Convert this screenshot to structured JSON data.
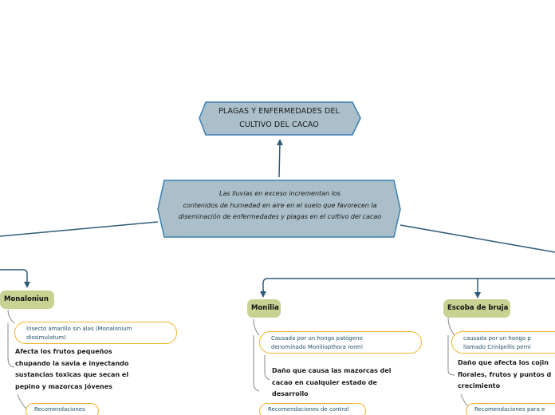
{
  "title": {
    "lines": [
      "PLAGAS Y ENFERMEDADES DEL",
      "CULTIVO DEL CACAO"
    ]
  },
  "central": {
    "lines": [
      "Las lluvias en exceso incrementan los",
      "contenidos de humedad en aire en el suelo que favorecen la",
      "diseminación de enfermedades y plagas en el cultivo del cacao"
    ]
  },
  "branches": [
    {
      "label": "Monaloniun",
      "cause": [
        "Insecto amarillo sin alas (Monalonium",
        "dissimulatum)"
      ],
      "effect": [
        "Afecta los frutos pequeños",
        "chupando la savia e inyectando",
        "sustancias toxicas que secan el",
        "pepino y mazorcas jóvenes"
      ],
      "recommendation": "Recomendaciones"
    },
    {
      "label": "Monilia",
      "cause": [
        "Causada por un hongo patógeno",
        "denominado Moniliopthora roreri"
      ],
      "effect": [
        "Daño que causa las mazorcas del",
        "cacao en cualquier estado de",
        "desarrollo"
      ],
      "recommendation": "Recomendaciones de control"
    },
    {
      "label": "Escoba de bruja",
      "cause": [
        "causada por  un  hongo  p",
        "llamado   Crinipellis   perni"
      ],
      "effect": [
        "Daño que afecta los cojin",
        "florales, frutos y puntos d",
        "crecimiento"
      ],
      "recommendation": "Recomendaciones para e"
    }
  ],
  "colors": {
    "hex_fill": "#aabfc9",
    "hex_border": "#3a7fb3",
    "connector": "#2e5d7a",
    "branch_fill": "#c9d193",
    "pill_border": "#f0b429",
    "pill_text": "#1e4f66"
  }
}
